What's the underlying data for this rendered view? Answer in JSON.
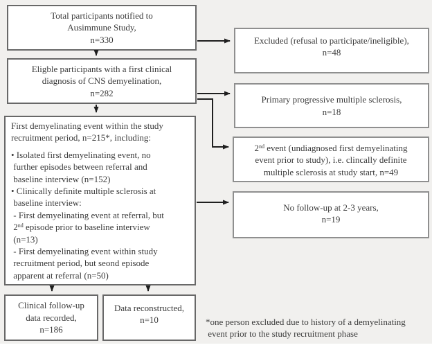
{
  "palette": {
    "background": "#f1f0ee",
    "box_fill": "#ffffff",
    "left_box_border": "#686868",
    "right_box_border": "#8f8f8f",
    "text": "#3b3b3b",
    "arrow": "#1f1f1f"
  },
  "boxes": {
    "total": {
      "text": "Total participants notified to\nAusimmune Study,\nn=330"
    },
    "eligible": {
      "text": "Eligble participants with a first clinical\ndiagnosis of CNS demyelination,\nn=282"
    },
    "first_event": {
      "header": "First demyelinating event within the study\nrecruitment period, n=215*, including:",
      "body_pre": "• Isolated first demyelinating event, no\n further episodes between referral and\n baseline interview (n=152)\n• Clinically definite multiple sclerosis at\n baseline interview:\n - First demyelinating event at referral, but\n 2",
      "sup": "nd",
      "body_post": " episode prior to baseline interview\n (n=13)\n - First demyelinating event within study\n recruitment period, but seond episode\n apparent at referral (n=50)"
    },
    "clinical_followup": {
      "text": "Clinical follow-up\ndata recorded,\nn=186"
    },
    "data_reconstructed": {
      "text": "Data reconstructed,\nn=10"
    },
    "excluded": {
      "text": "Excluded (refusal to participate/ineligible),\nn=48"
    },
    "ppms": {
      "text": "Primary progressive multiple sclerosis,\nn=18"
    },
    "second_event": {
      "pre": "2",
      "sup": "nd",
      "post": " event (undiagnosed first demyelinating\nevent prior to study), i.e. clincally definite\nmultiple sclerosis at study start, n=49"
    },
    "no_followup": {
      "text": "No follow-up at 2-3 years,\nn=19"
    }
  },
  "footnote": "*one person excluded due to history of a demyelinating\n event prior to the study recruitment phase"
}
